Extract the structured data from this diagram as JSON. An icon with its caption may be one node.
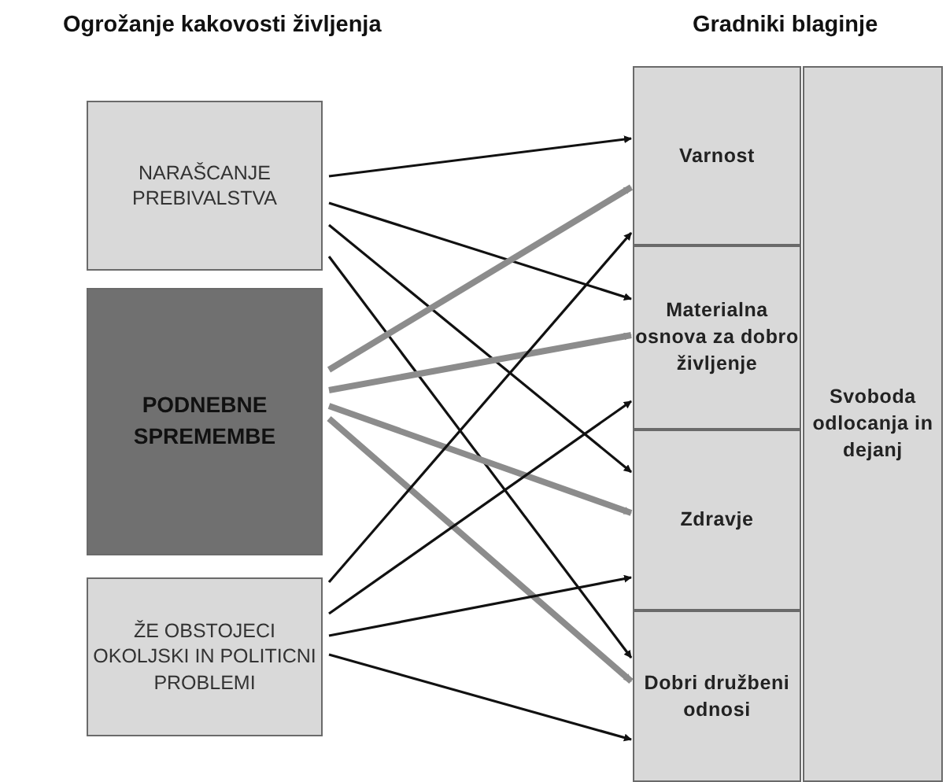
{
  "diagram": {
    "nodes": [
      {
        "text": [
          "NARAŠCANJE PREBIVALSTVA"
        ]
      },
      {
        "text": [
          "PODNEBNE SPREMEMBE"
        ]
      },
      {
        "text": [
          "ŽE OBSTOJECI OKOLJSKI IN POLITICNI PROBLEMI"
        ]
      },
      {
        "text": [
          "Varnost"
        ]
      },
      {
        "text": [
          "Materialna osnova za dobro življenje"
        ]
      },
      {
        "text": [
          "Zdravje"
        ]
      },
      {
        "text": [
          "Dobri družbeni odnosi"
        ]
      },
      {
        "text": [
          "Svoboda odlocanja in dejanj"
        ]
      }
    ],
    "edges": [
      {
        "from": 0,
        "to": 3,
        "arrow": "to"
      },
      {
        "from": 0,
        "to": 4,
        "arrow": "to"
      },
      {
        "from": 0,
        "to": 5,
        "arrow": "to"
      },
      {
        "from": 0,
        "to": 6,
        "arrow": "to"
      },
      {
        "from": 1,
        "to": 3,
        "arrow": "to",
        "style": "thick",
        "color": "#8c8c8c"
      },
      {
        "from": 1,
        "to": 4,
        "arrow": "to",
        "style": "thick",
        "color": "#8c8c8c"
      },
      {
        "from": 1,
        "to": 5,
        "arrow": "to",
        "style": "thick",
        "color": "#8c8c8c"
      },
      {
        "from": 1,
        "to": 6,
        "arrow": "to",
        "style": "thick",
        "color": "#8c8c8c"
      },
      {
        "from": 2,
        "to": 3,
        "arrow": "to"
      },
      {
        "from": 2,
        "to": 4,
        "arrow": "to"
      },
      {
        "from": 2,
        "to": 5,
        "arrow": "to"
      },
      {
        "from": 2,
        "to": 6,
        "arrow": "to"
      }
    ],
    "labels": [
      "Ogrožanje kakovosti življenja",
      "Gradniki blaginje"
    ]
  }
}
